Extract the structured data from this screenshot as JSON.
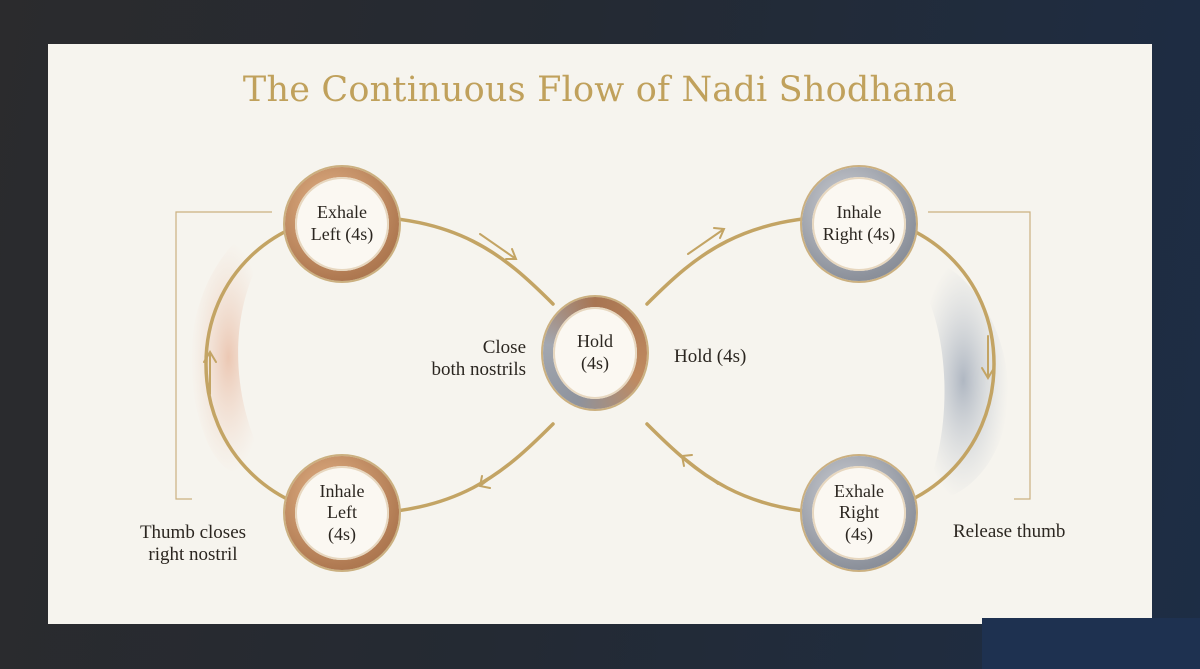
{
  "title": "The Continuous Flow of Nadi Shodhana",
  "nodes": {
    "exhale_left": "Exhale\nLeft (4s)",
    "inhale_left": "Inhale\nLeft\n(4s)",
    "hold": "Hold\n(4s)",
    "inhale_right": "Inhale\nRight (4s)",
    "exhale_right": "Exhale\nRight\n(4s)"
  },
  "labels": {
    "close": "Close\nboth nostrils",
    "hold_side": "Hold (4s)",
    "thumb_closes": "Thumb closes\nright nostril",
    "release": "Release thumb"
  },
  "colors": {
    "accent_gold": "#c0a15c",
    "warm_copper": "#b07a52",
    "cool_silver": "#8d929c",
    "card_bg": "#f6f4ee"
  }
}
